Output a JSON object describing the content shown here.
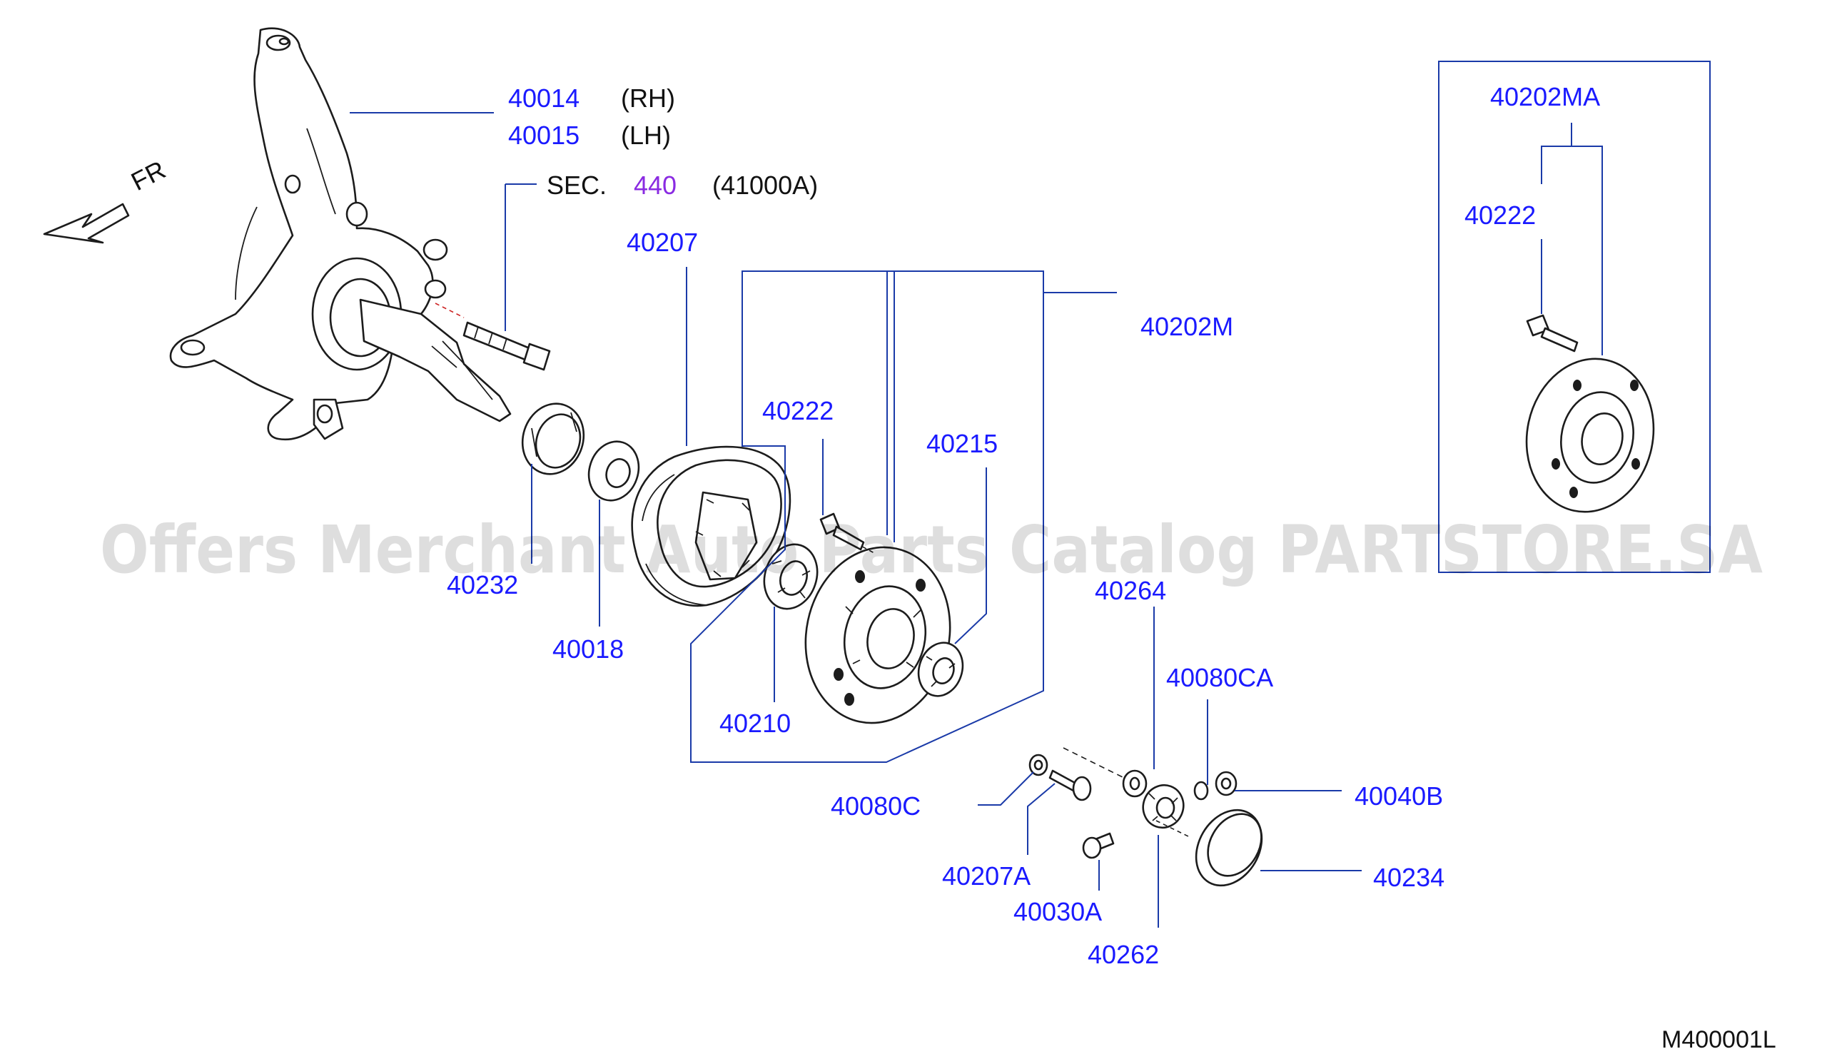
{
  "labels": {
    "p40014": "40014",
    "p40015": "40015",
    "rh": "(RH)",
    "lh": "(LH)",
    "sec": "SEC.",
    "sec_num": "440",
    "sec_ref": "(41000A)",
    "p40207": "40207",
    "p40202m": "40202M",
    "p40222": "40222",
    "p40215": "40215",
    "p40232": "40232",
    "p40018": "40018",
    "p40210": "40210",
    "p40264": "40264",
    "p40080ca": "40080CA",
    "p40040b": "40040B",
    "p40080c": "40080C",
    "p40207a": "40207A",
    "p40030a": "40030A",
    "p40262": "40262",
    "p40234": "40234",
    "p40202ma": "40202MA",
    "p40222_inset": "40222",
    "fr": "FR"
  },
  "watermark": "Offers Merchant Auto Parts Catalog PARTSTORE.SA",
  "diagram_code": "M400001L",
  "colors": {
    "part_number": "#1a1aff",
    "section_link": "#8a2be2",
    "leader_line": "#1a3aa8",
    "drawing": "#1c1c1c"
  }
}
